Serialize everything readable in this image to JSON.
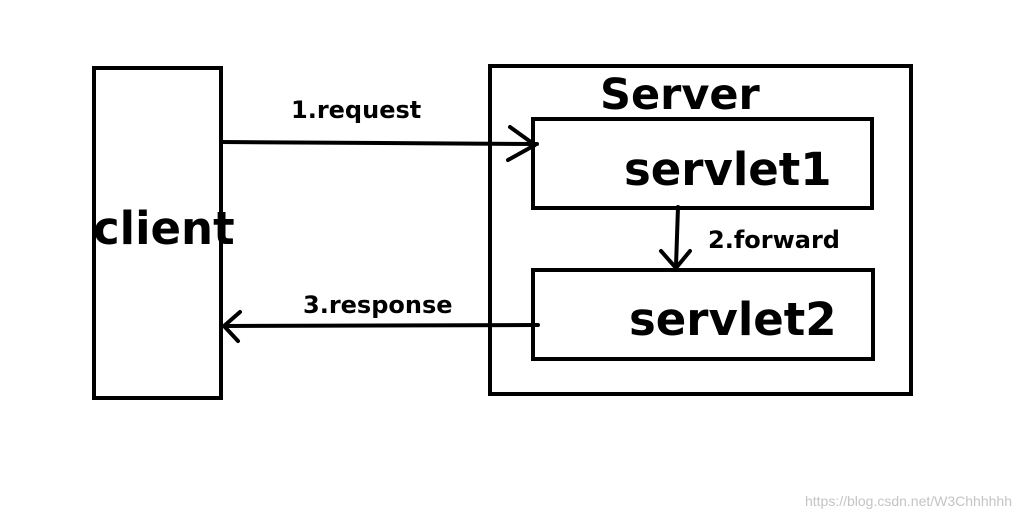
{
  "nodes": {
    "client": "client",
    "server": "Server",
    "servlet1": "servlet1",
    "servlet2": "servlet2"
  },
  "edges": {
    "request": "1.request",
    "forward": "2.forward",
    "response": "3.response"
  },
  "watermark": "https://blog.csdn.net/W3Chhhhhh",
  "colors": {
    "stroke": "#000000",
    "background": "#ffffff",
    "watermark": "#c4c4c4"
  }
}
